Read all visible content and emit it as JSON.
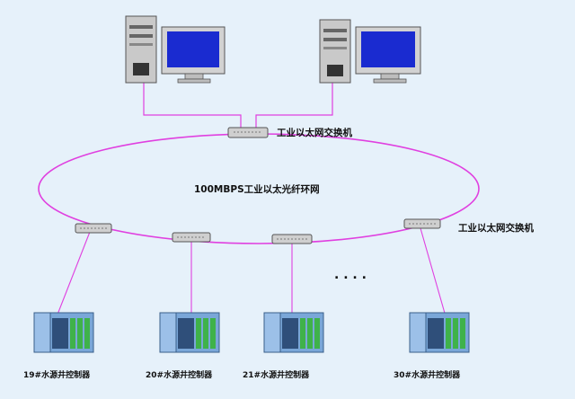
{
  "network": {
    "ring_label": "100MBPS工业以太光纤环网",
    "switch_label_top": "工业以太网交换机",
    "switch_label_right": "工业以太网交换机",
    "ellipsis": ". . . ."
  },
  "controllers": [
    {
      "label": "19#水源井控制器"
    },
    {
      "label": "20#水源井控制器"
    },
    {
      "label": "21#水源井控制器"
    },
    {
      "label": "30#水源井控制器"
    }
  ],
  "colors": {
    "background": "#e6f1fa",
    "link": "#e040e0",
    "screen": "#1a2bd0",
    "case": "#c8c8c8",
    "switch": "#cfcfcf",
    "module_green": "#3fb24a",
    "module_blue": "#7aa7d8"
  }
}
